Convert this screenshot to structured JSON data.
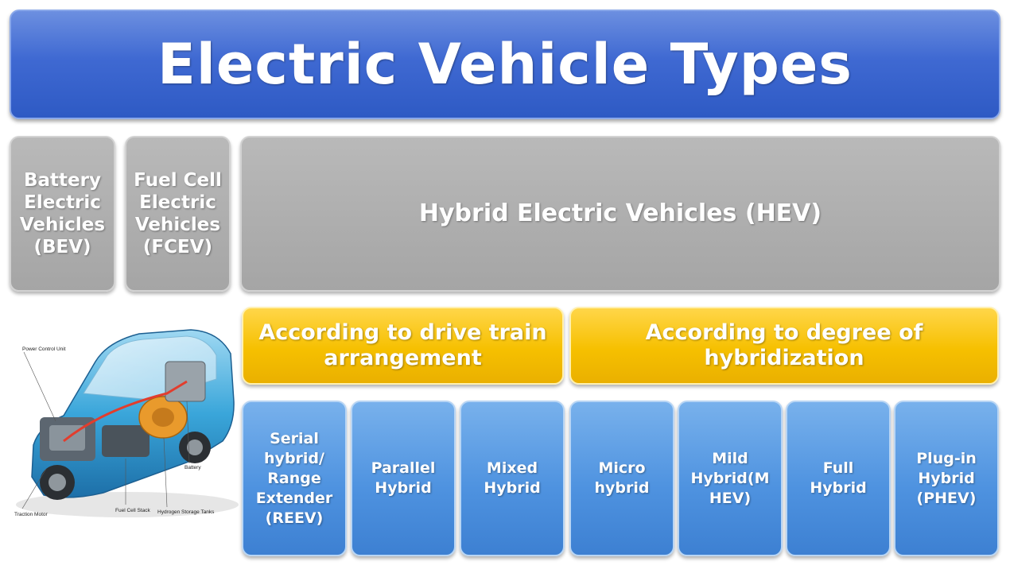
{
  "title": "Electric Vehicle Types",
  "categories": {
    "bev": "Battery\nElectric\nVehicles\n(BEV)",
    "fcev": "Fuel Cell\nElectric\nVehicles\n(FCEV)",
    "hev": "Hybrid Electric Vehicles (HEV)"
  },
  "groups": {
    "drivetrain": "According to drive train\narrangement",
    "hybridization": "According to degree of\nhybridization"
  },
  "drivetrain_types": [
    "Serial\nhybrid/\nRange\nExtender\n(REEV)",
    "Parallel\nHybrid",
    "Mixed\nHybrid"
  ],
  "hybridization_types": [
    "Micro\nhybrid",
    "Mild\nHybrid(M\nHEV)",
    "Full\nHybrid",
    "Plug-in\nHybrid\n(PHEV)"
  ],
  "car_labels": {
    "power_control_unit": "Power Control Unit",
    "battery": "Battery",
    "traction_motor": "Traction Motor",
    "fuel_cell_stack": "Fuel Cell Stack",
    "hydrogen_tanks": "Hydrogen Storage Tanks"
  },
  "colors": {
    "title_blue": "#3f69d2",
    "gray": "#a5a5a5",
    "yellow": "#f6c000",
    "light_blue": "#4f93e0"
  }
}
